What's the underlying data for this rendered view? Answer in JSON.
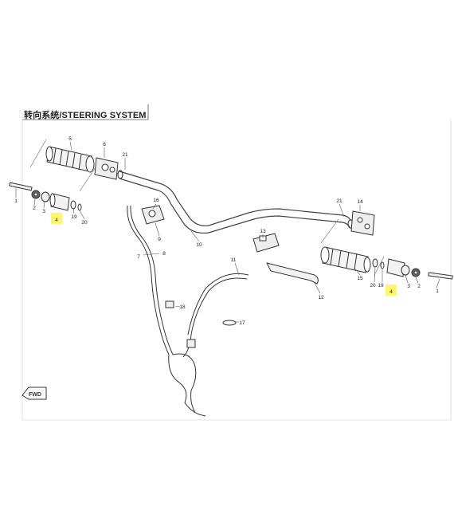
{
  "header": {
    "title": "转向系统/STEERING SYSTEM"
  },
  "callouts": {
    "c1": "1",
    "c2a": "2",
    "c2b": "2",
    "c3a": "3",
    "c3b": "3",
    "c4a": "4",
    "c4b": "4",
    "c5": "5",
    "c6": "6",
    "c7": "7",
    "c8": "8",
    "c9": "9",
    "c10": "10",
    "c11": "11",
    "c12": "12",
    "c13": "13",
    "c14": "14",
    "c15": "15",
    "c16": "16",
    "c17": "17",
    "c18": "18",
    "c19a": "19",
    "c19b": "19",
    "c20a": "20",
    "c20b": "20",
    "c21a": "21",
    "c21b": "21"
  },
  "direction": {
    "label": "FWD"
  },
  "colors": {
    "highlight": "#fff66b",
    "line": "#444444"
  }
}
